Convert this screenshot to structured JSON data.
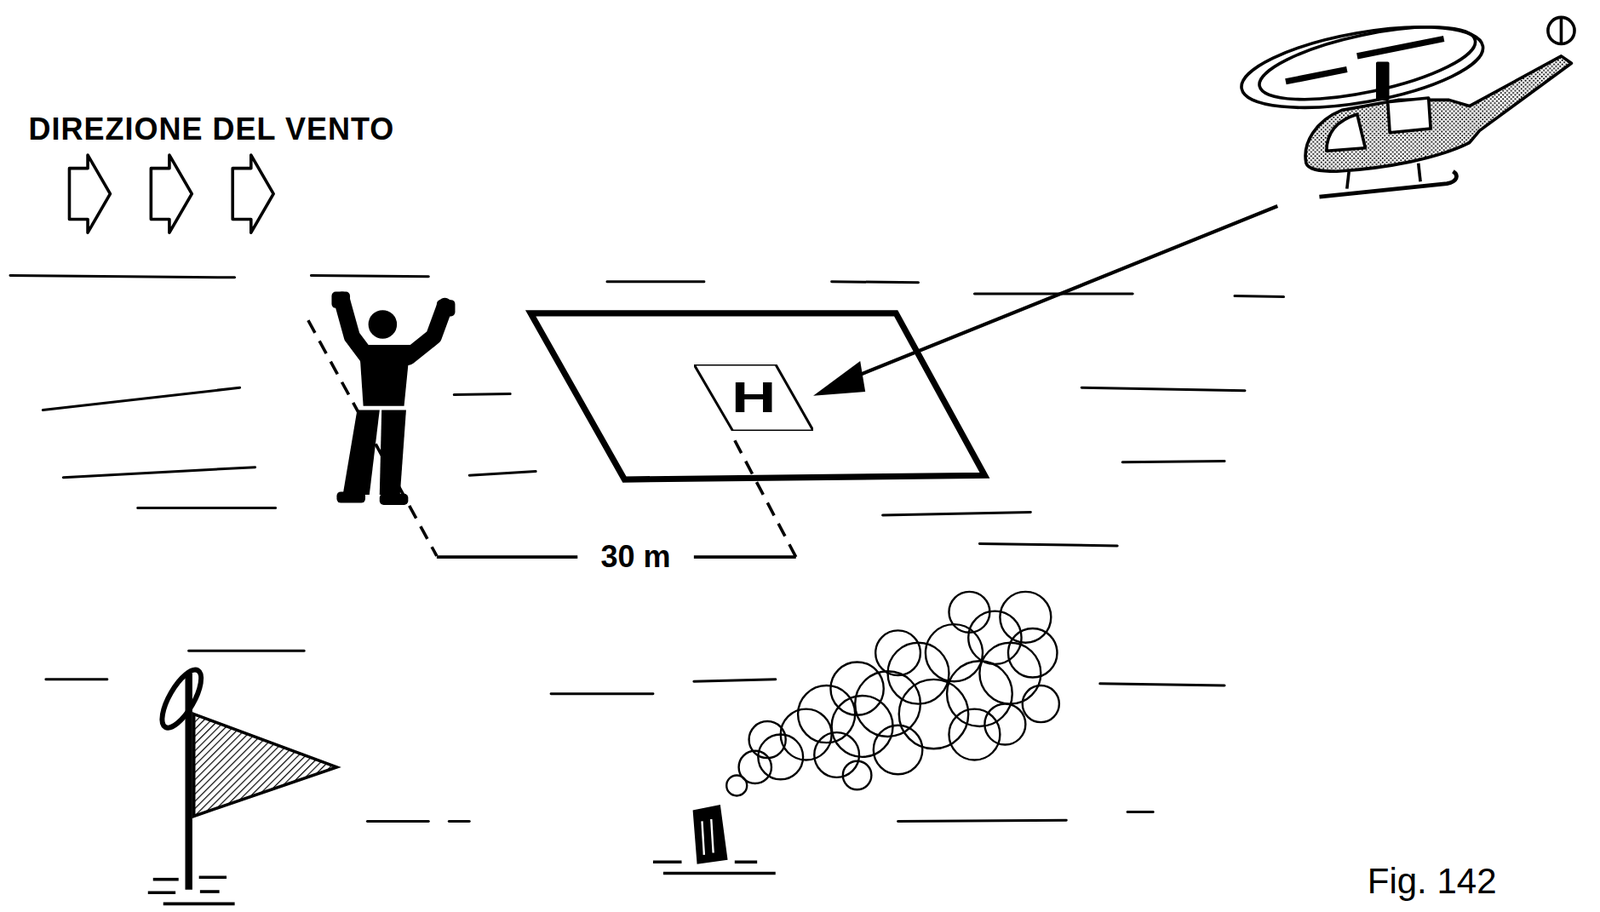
{
  "diagram": {
    "caption": "Fig. 142",
    "nodes": [
      {
        "text": [
          "H"
        ]
      }
    ],
    "labels": [
      "DIREZIONE DEL VENTO",
      "30 m"
    ]
  }
}
